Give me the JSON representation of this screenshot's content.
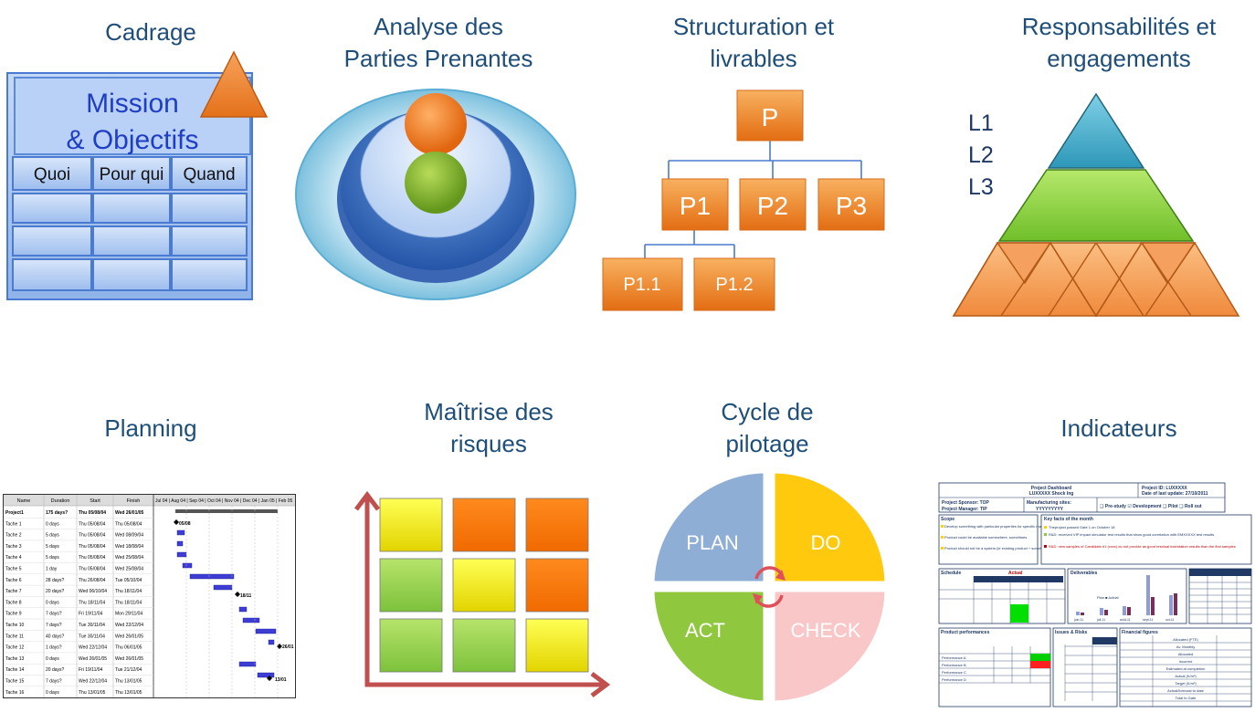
{
  "sections": {
    "cadrage": {
      "title": "Cadrage",
      "box_line1": "Mission",
      "box_line2": "& Objectifs",
      "columns": [
        "Quoi",
        "Pour qui",
        "Quand"
      ]
    },
    "parties": {
      "title_line1": "Analyse des",
      "title_line2": "Parties Prenantes"
    },
    "structuration": {
      "title_line1": "Structuration et",
      "title_line2": "livrables",
      "root": "P",
      "level1": [
        "P1",
        "P2",
        "P3"
      ],
      "level2": [
        "P1.1",
        "P1.2"
      ]
    },
    "responsabilites": {
      "title_line1": "Responsabilités et",
      "title_line2": "engagements",
      "levels": [
        "L1",
        "L2",
        "L3"
      ]
    },
    "planning": {
      "title": "Planning",
      "headers": [
        "Name",
        "Duration",
        "Start",
        "Finish"
      ],
      "timeline": "Jul 04 | Aug 04 | Sep 04 | Oct 04 | Nov 04 | Dec 04 | Jan 05 | Feb 05",
      "rows": [
        [
          "Project1",
          "175 days?",
          "Thu 05/08/04",
          "Wed 26/01/05"
        ],
        [
          "Tache 1",
          "0 days",
          "Thu 05/08/04",
          "Thu 05/08/04"
        ],
        [
          "Tache 2",
          "5 days",
          "Thu 05/08/04",
          "Wed 08/09/04"
        ],
        [
          "Tache 3",
          "5 days",
          "Thu 05/08/04",
          "Wed 18/08/04"
        ],
        [
          "Tache 4",
          "5 days",
          "Thu 05/08/04",
          "Wed 25/08/04"
        ],
        [
          "Tache 5",
          "1 day",
          "Thu 05/08/04",
          "Wed 25/08/04"
        ],
        [
          "Tache 6",
          "28 days?",
          "Thu 26/08/04",
          "Tue 05/10/04"
        ],
        [
          "Tache 7",
          "20 days?",
          "Wed 06/10/04",
          "Thu 18/11/04"
        ],
        [
          "Tache 8",
          "0 days",
          "Thu 18/11/04",
          "Thu 18/11/04"
        ],
        [
          "Tache 9",
          "7 days?",
          "Fri 19/11/04",
          "Mon 29/11/04"
        ],
        [
          "Tache 10",
          "7 days?",
          "Tue 30/11/04",
          "Wed 22/12/04"
        ],
        [
          "Tache 11",
          "40 days?",
          "Tue 30/11/04",
          "Wed 26/01/05"
        ],
        [
          "Tache 12",
          "1 days?",
          "Wed 22/12/04",
          "Thu 06/01/05"
        ],
        [
          "Tache 13",
          "0 days",
          "Wed 26/01/05",
          "Wed 26/01/05"
        ],
        [
          "Tache 14",
          "20 days?",
          "Fri 19/11/04",
          "Tue 21/12/04"
        ],
        [
          "Tache 15",
          "7 days?",
          "Wed 22/12/04",
          "Thu 13/01/05"
        ],
        [
          "Tache 16",
          "0 days",
          "Thu 13/01/05",
          "Thu 13/01/05"
        ]
      ],
      "milestones": [
        "05/08",
        "18/11",
        "26/01",
        "13/01"
      ]
    },
    "risques": {
      "title_line1": "Maîtrise des",
      "title_line2": "risques"
    },
    "cycle": {
      "title_line1": "Cycle de",
      "title_line2": "pilotage",
      "quadrants": [
        "PLAN",
        "DO",
        "ACT",
        "CHECK"
      ]
    },
    "indicateurs": {
      "title": "Indicateurs",
      "header_title": "Project Dashboard",
      "header_sub": "LUXXXXX Shock Ing",
      "project_id": "Project ID: LUXXXXX",
      "last_update": "Date of last update: 27/10/2011",
      "sponsor": "Project Sponsor: TOP",
      "manager": "Project Manager: TIP",
      "sites": "Manufacturing sites:",
      "sites_value": "YYYYYYYYY",
      "phases": "❑ Pre-study  ☑ Development  ❑ Pilot  ❑ Roll out",
      "scope_title": "Scope",
      "scope_items": [
        "Develop something with particular properties for specific market segments.",
        "Product could be available somewhere, sometimes",
        "Product should not be a system (ie existing product + something else)"
      ],
      "facts_title": "Key facts of the month",
      "facts_items": [
        "Theproject passed Gate 1 on October 18",
        "R&D: received VIP impact simulator test results that show good correlation with EMXXXXX test results",
        "R&D: new samples of Candidate #1 (xxxx) do not provide as good residual indentation results than the first samples"
      ],
      "schedule_title": "Schedule",
      "schedule_actual": "Actual",
      "deliverables_title": "Deliverables",
      "deliverables_legend": "Plan ■ Actual",
      "deliverables_months": [
        "juin-11",
        "juil-11",
        "août-11",
        "sept-11",
        "oct-11"
      ],
      "product_title": "Product performances",
      "issues_title": "Issues & Risks",
      "financial_title": "Financial figures",
      "perf_rows": [
        "Performance A",
        "Performance B",
        "Performance C",
        "Performance D"
      ],
      "fin_rows": [
        "Allocated (FTE)",
        "Av. Monthly",
        "Allocated",
        "Incurred",
        "Estimated at completion",
        "Actual (K/m²)",
        "Target (K/m²)",
        "Actual/forecast to date",
        "Total to Gate"
      ]
    }
  }
}
